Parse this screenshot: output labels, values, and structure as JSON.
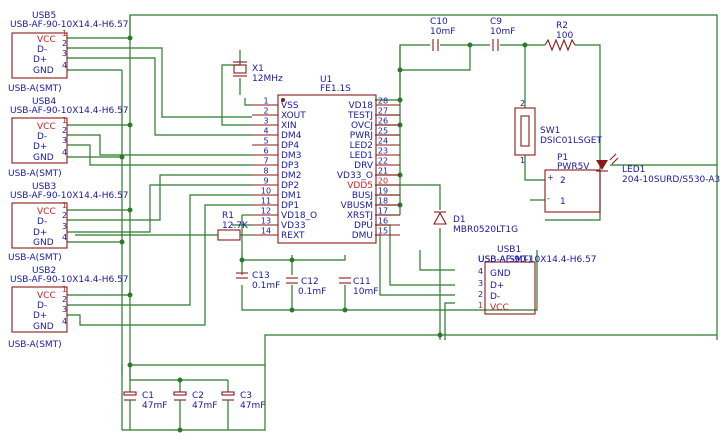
{
  "usb_connectors": [
    {
      "ref": "USB5",
      "value": "USB-AF-90-10X14.4-H6.57",
      "footprint": "USB-A(SMT)",
      "pins": [
        "VCC",
        "D-",
        "D+",
        "GND"
      ],
      "pin_numbers": [
        "1",
        "2",
        "3",
        "4"
      ]
    },
    {
      "ref": "USB4",
      "value": "USB-AF-90-10X14.4-H6.57",
      "footprint": "USB-A(SMT)",
      "pins": [
        "VCC",
        "D-",
        "D+",
        "GND"
      ],
      "pin_numbers": [
        "1",
        "2",
        "3",
        "4"
      ]
    },
    {
      "ref": "USB3",
      "value": "USB-AF-90-10X14.4-H6.57",
      "footprint": "USB-A(SMT)",
      "pins": [
        "VCC",
        "D-",
        "D+",
        "GND"
      ],
      "pin_numbers": [
        "1",
        "2",
        "3",
        "4"
      ]
    },
    {
      "ref": "USB2",
      "value": "USB-AF-90-10X14.4-H6.57",
      "footprint": "USB-A(SMT)",
      "pins": [
        "VCC",
        "D-",
        "D+",
        "GND"
      ],
      "pin_numbers": [
        "1",
        "2",
        "3",
        "4"
      ]
    }
  ],
  "usb1": {
    "ref": "USB1",
    "value": "USB-AF-90-10X14.4-H6.57",
    "overlap_text": "USB-A(SMT)",
    "pins": [
      "GND",
      "D+",
      "D-",
      "VCC"
    ],
    "pin_numbers": [
      "4",
      "3",
      "2",
      "1"
    ]
  },
  "hub_ic": {
    "ref": "U1",
    "value": "FE1.1S",
    "left_pins": [
      {
        "num": "1",
        "name": "VSS"
      },
      {
        "num": "2",
        "name": "XOUT"
      },
      {
        "num": "3",
        "name": "XIN"
      },
      {
        "num": "4",
        "name": "DM4"
      },
      {
        "num": "5",
        "name": "DP4"
      },
      {
        "num": "6",
        "name": "DM3"
      },
      {
        "num": "7",
        "name": "DP3"
      },
      {
        "num": "8",
        "name": "DM2"
      },
      {
        "num": "9",
        "name": "DP2"
      },
      {
        "num": "10",
        "name": "DM1"
      },
      {
        "num": "11",
        "name": "DP1"
      },
      {
        "num": "12",
        "name": "VD18_O"
      },
      {
        "num": "13",
        "name": "VD33"
      },
      {
        "num": "14",
        "name": "REXT"
      }
    ],
    "right_pins": [
      {
        "num": "28",
        "name": "VD18"
      },
      {
        "num": "27",
        "name": "TESTJ"
      },
      {
        "num": "26",
        "name": "OVCJ"
      },
      {
        "num": "25",
        "name": "PWRJ"
      },
      {
        "num": "24",
        "name": "LED2"
      },
      {
        "num": "23",
        "name": "LED1"
      },
      {
        "num": "22",
        "name": "DRV"
      },
      {
        "num": "21",
        "name": "VD33_O"
      },
      {
        "num": "20",
        "name": "VDD5"
      },
      {
        "num": "19",
        "name": "BUSJ"
      },
      {
        "num": "18",
        "name": "VBUSM"
      },
      {
        "num": "17",
        "name": "XRSTJ"
      },
      {
        "num": "16",
        "name": "DPU"
      },
      {
        "num": "15",
        "name": "DMU"
      }
    ]
  },
  "crystal": {
    "ref": "X1",
    "value": "12MHz"
  },
  "r1": {
    "ref": "R1",
    "value": "12.7K"
  },
  "r2": {
    "ref": "R2",
    "value": "100"
  },
  "c10": {
    "ref": "C10",
    "value": "10mF"
  },
  "c9": {
    "ref": "C9",
    "value": "10mF"
  },
  "c13": {
    "ref": "C13",
    "value": "0.1mF"
  },
  "c12": {
    "ref": "C12",
    "value": "0.1mF"
  },
  "c11": {
    "ref": "C11",
    "value": "10mF"
  },
  "c1": {
    "ref": "C1",
    "value": "47mF"
  },
  "c2": {
    "ref": "C2",
    "value": "47mF"
  },
  "c3": {
    "ref": "C3",
    "value": "47mF"
  },
  "sw1": {
    "ref": "SW1",
    "value": "DSIC01LSGET",
    "pin_a": "2",
    "pin_b": "1"
  },
  "p1": {
    "ref": "P1",
    "value": "PWR5V",
    "pins": [
      "2",
      "1"
    ],
    "signs": [
      "+",
      "-"
    ]
  },
  "led1": {
    "ref": "LED1",
    "value": "204-10SURD/S530-A3"
  },
  "d1": {
    "ref": "D1",
    "value": "MBR0520LT1G"
  },
  "colors": {
    "wire": "#2a7a2a",
    "part": "#8b1a1a",
    "label": "#1a1aa0",
    "highlight": "#d02020"
  }
}
